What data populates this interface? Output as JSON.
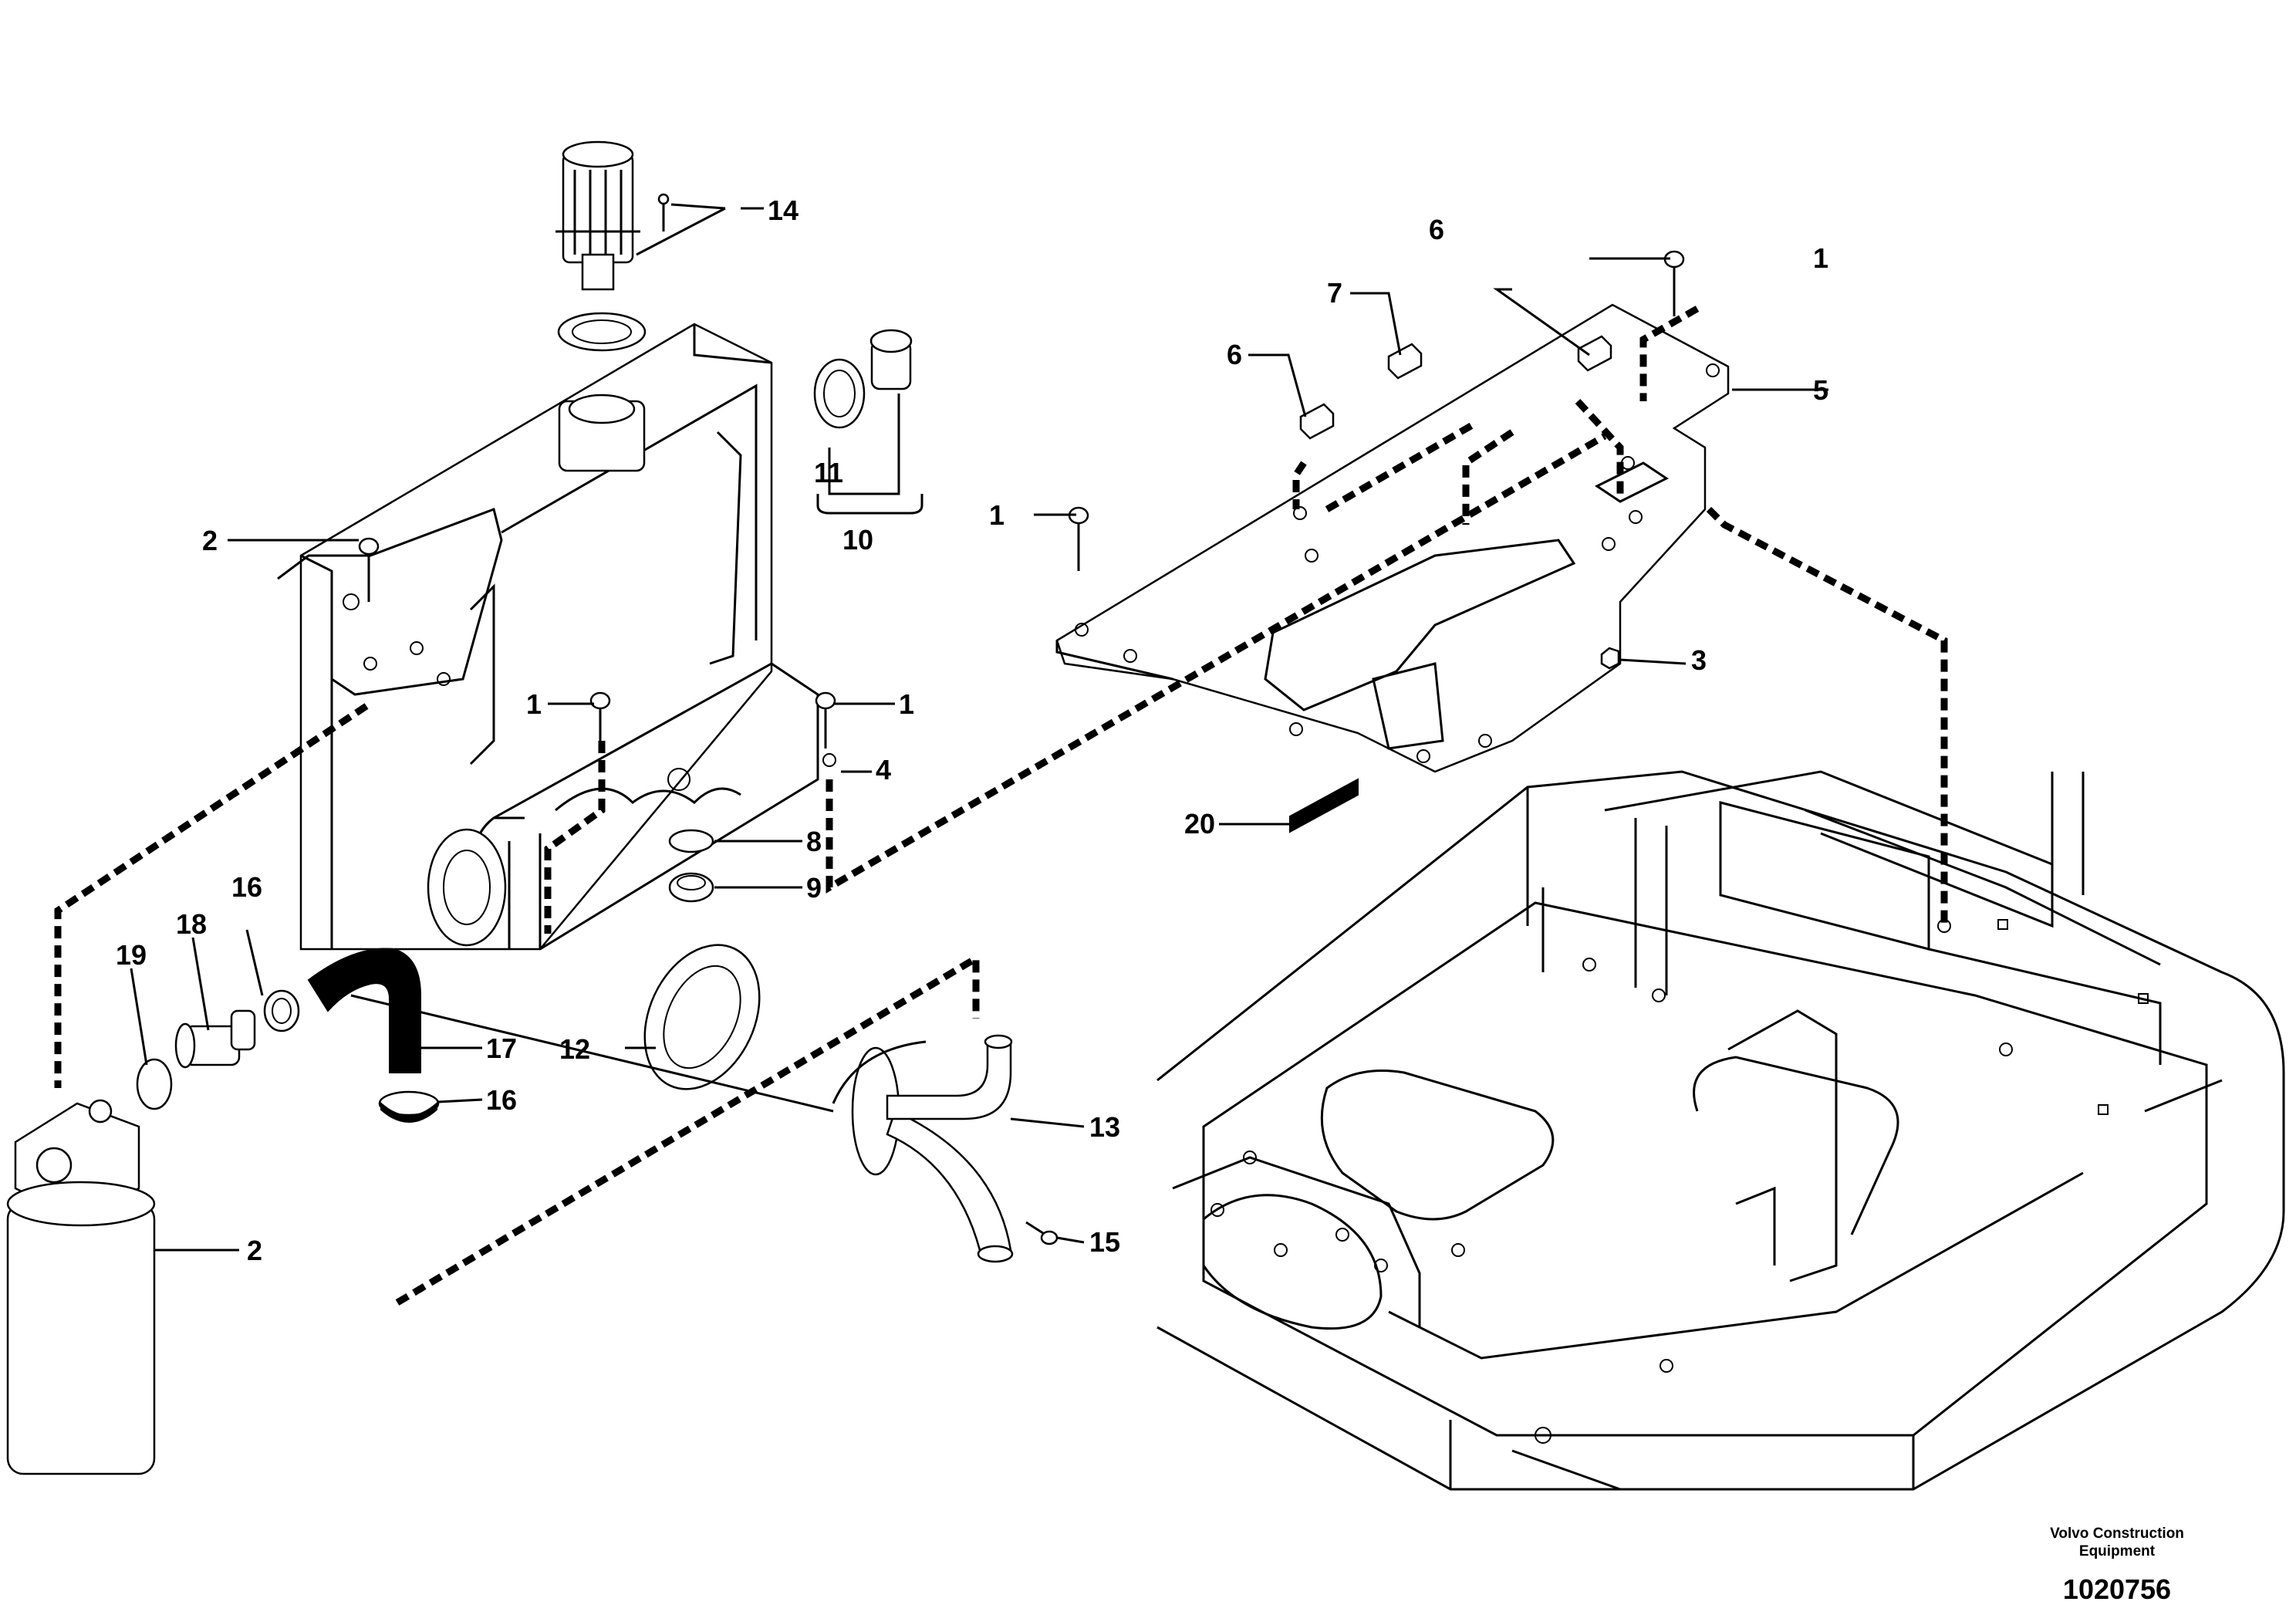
{
  "labels": {
    "p1": "1",
    "p2": "2",
    "p3": "3",
    "p4": "4",
    "p5": "5",
    "p6": "6",
    "p7": "7",
    "p8": "8",
    "p9": "9",
    "p10": "10",
    "p11": "11",
    "p12": "12",
    "p13": "13",
    "p14": "14",
    "p15": "15",
    "p16": "16",
    "p17": "17",
    "p18": "18",
    "p19": "19",
    "p20": "20"
  },
  "footer": {
    "brand_line1": "Volvo Construction",
    "brand_line2": "Equipment",
    "doc_number": "1020756"
  }
}
